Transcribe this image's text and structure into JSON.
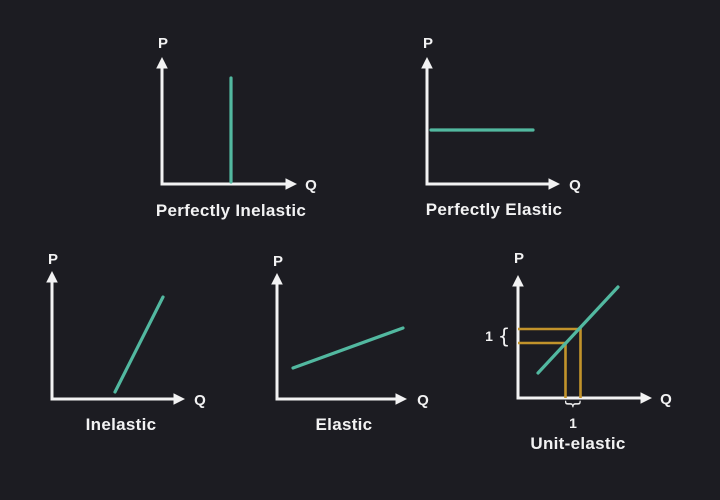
{
  "colors": {
    "background": "#1c1c22",
    "axis": "#f2f2f3",
    "text": "#f2f2f3",
    "curve": "#52b8a0",
    "highlight": "#c2932b"
  },
  "panels": [
    {
      "caption": "Perfectly Inelastic",
      "y_label": "P",
      "x_label": "Q",
      "curve": "vertical-line"
    },
    {
      "caption": "Perfectly Elastic",
      "y_label": "P",
      "x_label": "Q",
      "curve": "horizontal-line"
    },
    {
      "caption": "Inelastic",
      "y_label": "P",
      "x_label": "Q",
      "curve": "steep-upward-line"
    },
    {
      "caption": "Elastic",
      "y_label": "P",
      "x_label": "Q",
      "curve": "shallow-upward-line"
    },
    {
      "caption": "Unit-elastic",
      "y_label": "P",
      "x_label": "Q",
      "curve": "diagonal-45-line",
      "annotations": {
        "price_change_label": "1",
        "price_brace": "{",
        "quantity_change_label": "1",
        "quantity_brace": "{"
      }
    }
  ]
}
